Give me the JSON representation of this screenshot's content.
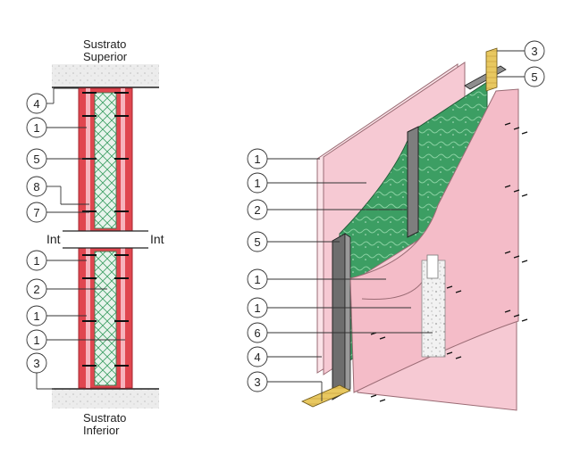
{
  "section_view": {
    "top_label_line1": "Sustrato",
    "top_label_line2": "Superior",
    "bottom_label_line1": "Sustrato",
    "bottom_label_line2": "Inferior",
    "int_left": "Int",
    "int_right": "Int",
    "callouts": [
      "4",
      "1",
      "5",
      "8",
      "7",
      "1",
      "2",
      "1",
      "1",
      "3"
    ]
  },
  "iso_view": {
    "callouts_left": [
      "1",
      "1",
      "2",
      "5",
      "1",
      "1",
      "6",
      "4",
      "3"
    ],
    "callouts_right": [
      "3",
      "5"
    ]
  },
  "colors": {
    "board_pink": "#f6c9d3",
    "stud_red": "#e0464f",
    "insulation_green": "#3c9e63",
    "insulation_light": "#e8f4ec",
    "steel_gray": "#7e7e7e",
    "track_yellow": "#e8c860"
  }
}
